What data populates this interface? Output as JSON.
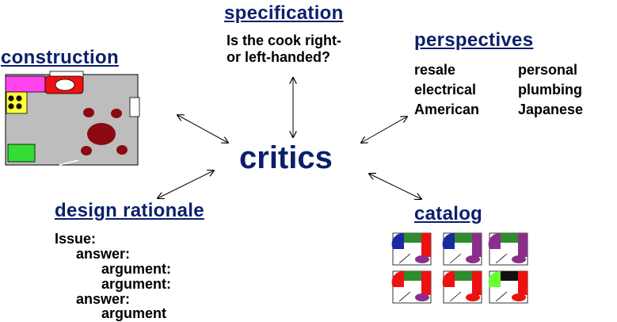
{
  "center": {
    "label": "critics"
  },
  "specification": {
    "heading": "specification",
    "lines": [
      "Is the cook right-",
      "or left-handed?"
    ]
  },
  "perspectives": {
    "heading": "perspectives",
    "left": [
      "resale",
      "electrical",
      "American"
    ],
    "right": [
      "personal",
      "plumbing",
      "Japanese"
    ]
  },
  "construction": {
    "heading": "construction"
  },
  "design_rationale": {
    "heading": "design rationale",
    "lines": [
      "Issue:",
      "answer:",
      "argument:",
      "argument:",
      "answer:",
      "argument"
    ]
  },
  "catalog": {
    "heading": "catalog",
    "row1_colors": [
      "#1a2aa0",
      "#2e8b2e",
      "#8b2e8b"
    ],
    "row2_colors": [
      "#ee1111",
      "#ee1111",
      "#66ff33"
    ]
  },
  "colors": {
    "heading": "#0b1f6b",
    "floorplan_pink": "#ff44ee",
    "floorplan_yellow": "#ffff33",
    "floorplan_green": "#33dd33",
    "floorplan_red": "#ee1111",
    "floorplan_maroon": "#8b0a12"
  }
}
